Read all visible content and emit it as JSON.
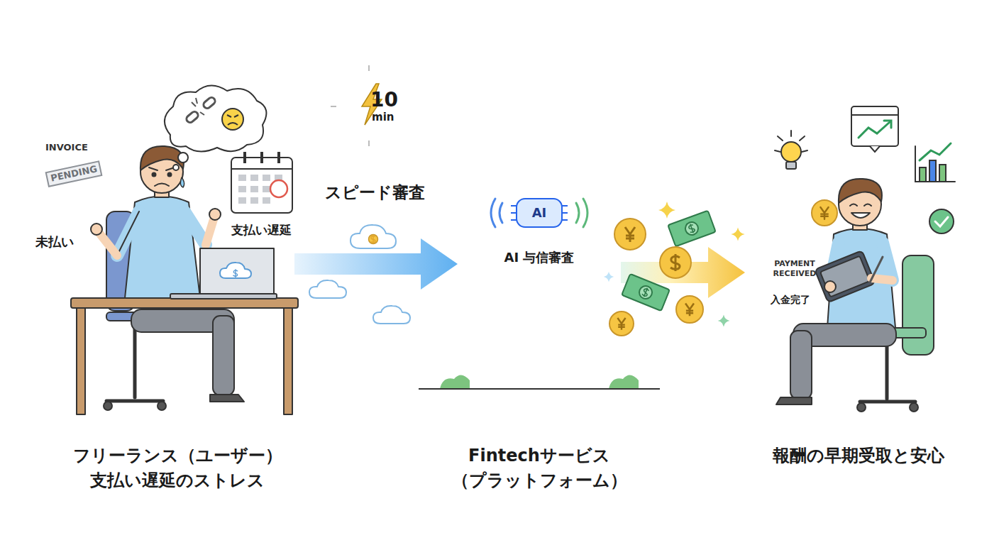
{
  "diagram": {
    "nodes": [
      {
        "text": [
          "フリーランス（ユーザー） 支払い遅延のストレス"
        ]
      },
      {
        "text": [
          "INVOICE",
          "PENDING"
        ]
      },
      {
        "text": [
          "10",
          "min"
        ]
      },
      {
        "text": [
          "Fintechサービス （プラットフォーム）"
        ]
      },
      {
        "text": [
          "AI",
          "AI 与信審査"
        ],
        "in": 3
      },
      {
        "text": [
          "報酬の早期受取と安心"
        ]
      },
      {
        "text": [
          "PAYMENT RECEIVED"
        ],
        "in": 5
      }
    ],
    "edges": [
      {
        "from": 0,
        "to": 4,
        "arrow": "to"
      },
      {
        "from": 4,
        "to": 5,
        "arrow": "to"
      }
    ],
    "labels": [
      "未払い",
      "支払い遅延",
      "スピード審査",
      "入金完了"
    ]
  }
}
